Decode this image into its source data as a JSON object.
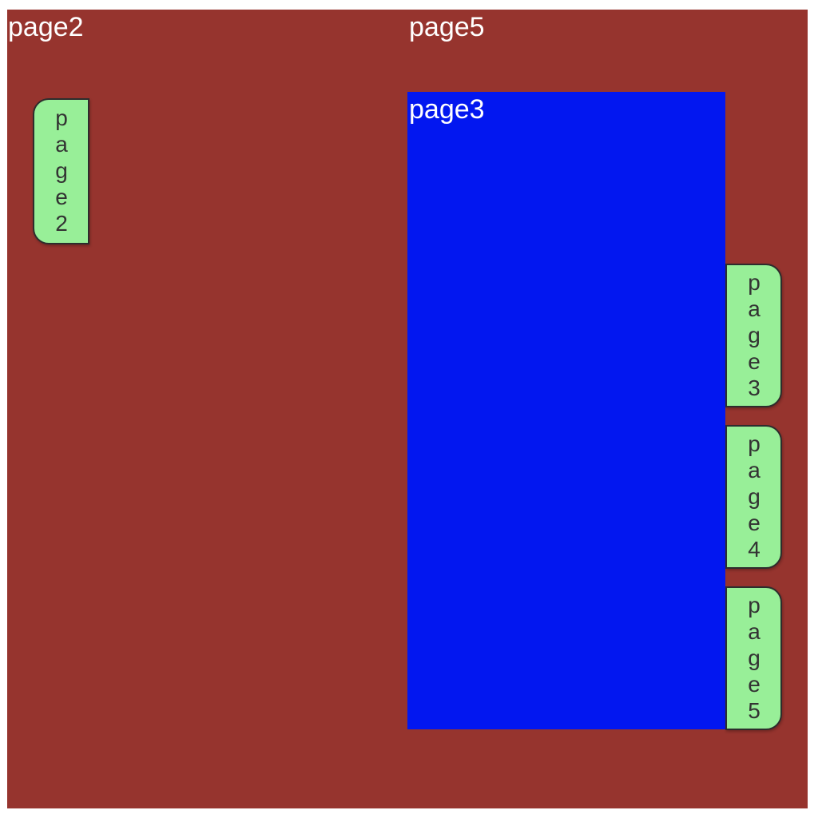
{
  "panels": [
    {
      "id": "page2",
      "label": "page2",
      "color": "#96342e"
    },
    {
      "id": "page5",
      "label": "page5",
      "color": "#96342e"
    },
    {
      "id": "page3",
      "label": "page3",
      "color": "#0217f0"
    }
  ],
  "tabs": [
    {
      "id": "page2",
      "label": "page2",
      "side": "left"
    },
    {
      "id": "page3",
      "label": "page3",
      "side": "right"
    },
    {
      "id": "page4",
      "label": "page4",
      "side": "right"
    },
    {
      "id": "page5",
      "label": "page5",
      "side": "right"
    }
  ],
  "colors": {
    "background": "#ffffff",
    "panel_red": "#96342e",
    "panel_blue": "#0217f0",
    "tab_bg": "#98ef98",
    "tab_border": "#2d2d2d",
    "tab_text": "#333333",
    "label_text": "#ffffff"
  }
}
